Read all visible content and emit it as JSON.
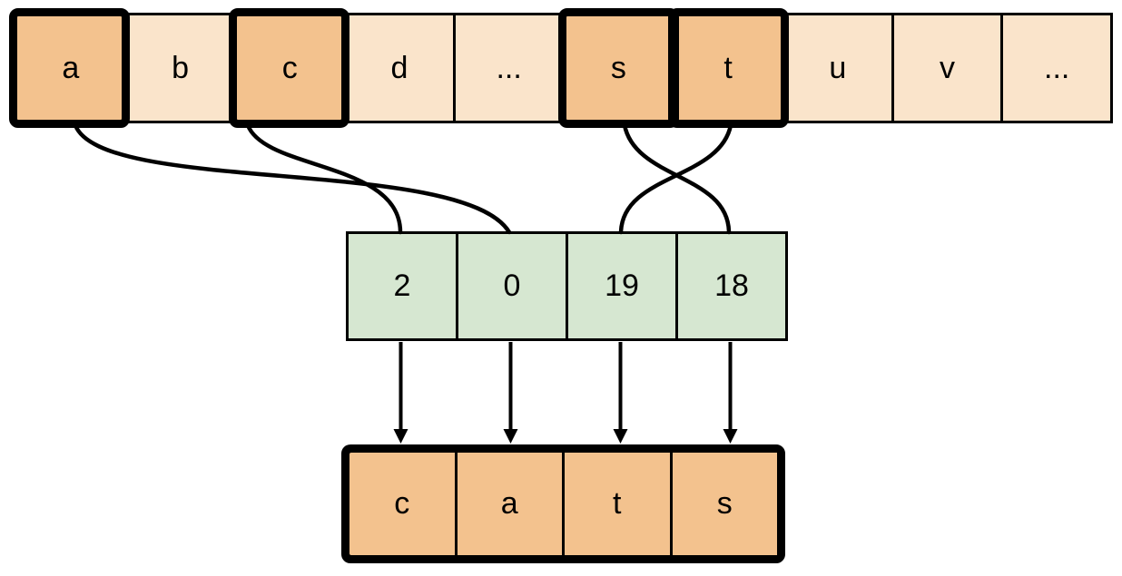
{
  "colors": {
    "cell_light": "#FAE4CB",
    "cell_highlight": "#F3C28E",
    "cell_index": "#D6E7D1",
    "stroke": "#000000"
  },
  "alphabet_row": {
    "description": "alphabet array with highlighted letters",
    "cells": [
      {
        "label": "a",
        "highlighted": true
      },
      {
        "label": "b",
        "highlighted": false
      },
      {
        "label": "c",
        "highlighted": true
      },
      {
        "label": "d",
        "highlighted": false
      },
      {
        "label": "...",
        "highlighted": false
      },
      {
        "label": "s",
        "highlighted": true
      },
      {
        "label": "t",
        "highlighted": true
      },
      {
        "label": "u",
        "highlighted": false
      },
      {
        "label": "v",
        "highlighted": false
      },
      {
        "label": "...",
        "highlighted": false
      }
    ]
  },
  "index_row": {
    "description": "index array",
    "cells": [
      {
        "label": "2"
      },
      {
        "label": "0"
      },
      {
        "label": "19"
      },
      {
        "label": "18"
      }
    ]
  },
  "result_row": {
    "description": "result array spelling cats",
    "cells": [
      {
        "label": "c"
      },
      {
        "label": "a"
      },
      {
        "label": "t"
      },
      {
        "label": "s"
      }
    ]
  },
  "mappings": [
    {
      "from_letter": "c",
      "to_index": "2"
    },
    {
      "from_letter": "a",
      "to_index": "0"
    },
    {
      "from_letter": "t",
      "to_index": "19"
    },
    {
      "from_letter": "s",
      "to_index": "18"
    }
  ]
}
